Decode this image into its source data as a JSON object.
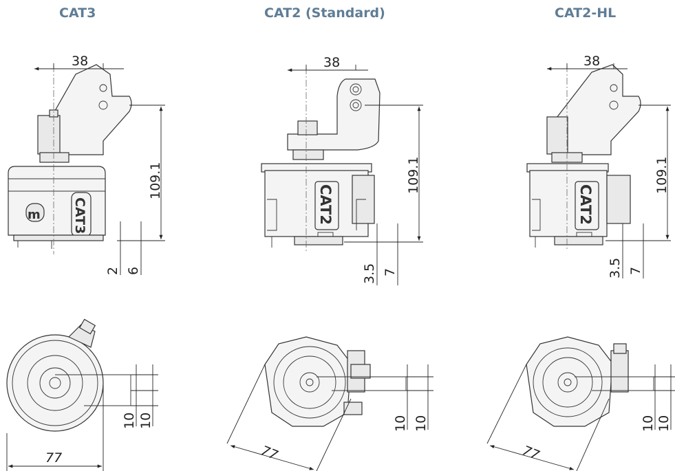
{
  "columns": [
    {
      "title": "CAT3"
    },
    {
      "title": "CAT2 (Standard)"
    },
    {
      "title": "CAT2-HL"
    }
  ],
  "cat3": {
    "top_width": "38",
    "height": "109.1",
    "offset_a": "2",
    "offset_b": "6",
    "label": "CAT3",
    "bottom_a": "10",
    "bottom_b": "10",
    "diameter": "77"
  },
  "cat2": {
    "top_width": "38",
    "height": "109.1",
    "offset_a": "3.5",
    "offset_b": "7",
    "label": "CAT2",
    "bottom_a": "10",
    "bottom_b": "10",
    "diameter": "77"
  },
  "cat2hl": {
    "top_width": "38",
    "height": "109.1",
    "offset_a": "3.5",
    "offset_b": "7",
    "label": "CAT2",
    "bottom_a": "10",
    "bottom_b": "10",
    "diameter": "77"
  },
  "colors": {
    "title": "#5f7d96",
    "line": "#333333"
  }
}
